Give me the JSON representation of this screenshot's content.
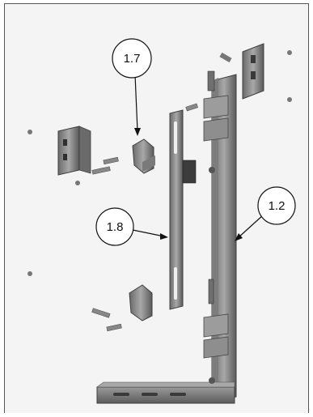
{
  "callouts": [
    {
      "id": "c17",
      "label": "1.7"
    },
    {
      "id": "c18",
      "label": "1.8"
    },
    {
      "id": "c12",
      "label": "1.2"
    }
  ],
  "colors": {
    "background": "#f4f4f4",
    "frame": "#555555",
    "metal_light": "#b5b5b5",
    "metal_mid": "#8a8a8a",
    "metal_dark": "#4e4e4e",
    "callout_line": "#111111"
  }
}
